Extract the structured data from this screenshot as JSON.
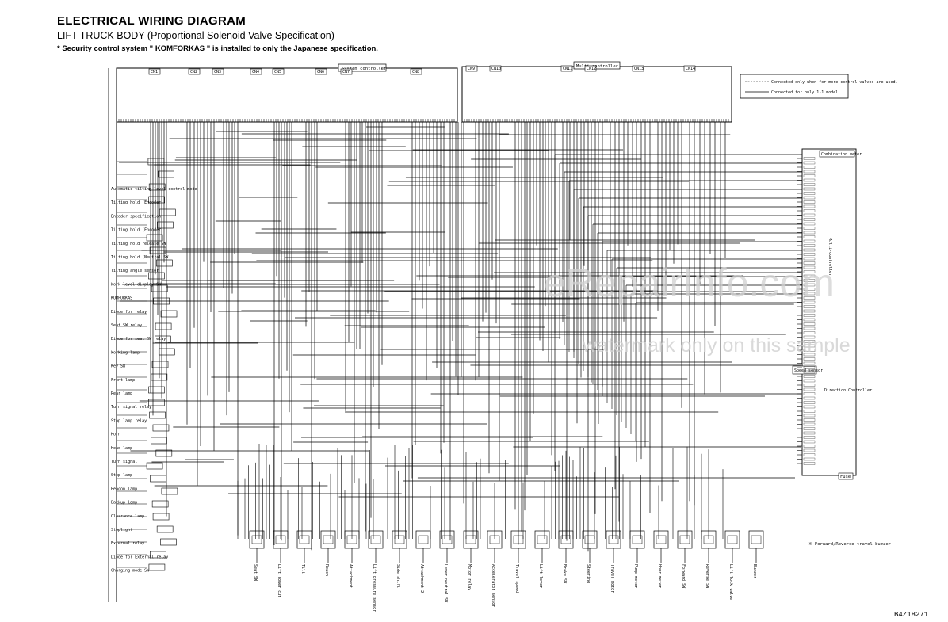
{
  "header": {
    "title": "ELECTRICAL WIRING DIAGRAM",
    "subtitle": "LIFT TRUCK BODY (Proportional Solenoid Valve Specification)",
    "note": "* Security control system \" KOMFORKAS \" is installed to only the Japanese specification."
  },
  "controllers": {
    "system": "System controller",
    "multi": "Multi-controller"
  },
  "legend": {
    "line1": "Connected only when for more control valves are used.",
    "line2": "Connected for only 1-1 model"
  },
  "right_panel": {
    "combination_meter": "Combination meter",
    "meter_side": "Multi-controller",
    "speed_sensor": "Speed sensor",
    "direction_controller": "Direction Controller",
    "fuse": "Fuse",
    "footnote": "※ Forward/Reverse travel buzzer"
  },
  "left_labels": [
    "Automatic tilting level control mode",
    "Tilting hold (Encoder",
    "Encoder specification",
    "Tilting hold (Encoder",
    "Tilting hold release SW",
    "Tilting hold (Neutral SW",
    "Tilting angle sensor",
    "Work level display SW",
    "KOMFORKAS",
    "Diode for relay",
    "Seat SW relay",
    "Diode for seat SW relay",
    "Working lamp",
    "Key SW",
    "Front lamp",
    "Rear lamp",
    "Turn signal relay",
    "Stop lamp relay",
    "Horn",
    "Head lamp",
    "Turn signal",
    "Stop lamp",
    "Beacon lamp",
    "Backup lamp",
    "Clearance lamp",
    "Stoplight",
    "External relay",
    "Diode for External relay",
    "Charging mode SW"
  ],
  "bottom_labels": [
    "Seat SW",
    "Lift lower cut",
    "Tilt",
    "Reach",
    "Attachment",
    "Lift pressure sensor",
    "Side shift",
    "Attachment 2",
    "Lever neutral SW",
    "Motor relay",
    "Accelerator sensor",
    "Travel speed",
    "Lift lever",
    "Brake SW",
    "Steering",
    "Travel motor",
    "Pump motor",
    "Hour meter",
    "Forward SW",
    "Reverse SW",
    "Lift lock valve",
    "Buzzer"
  ],
  "top_connectors": [
    "CN1",
    "CN2",
    "CN3",
    "CN4",
    "CN5",
    "CN6",
    "CN7",
    "CN8",
    "CN9",
    "CN10",
    "CN11",
    "CN12",
    "CN13",
    "CN14"
  ],
  "watermark": {
    "brand": "eRepairInfo.com",
    "note": "watermark only on this sample"
  },
  "drawing_number": "B4Z18271"
}
